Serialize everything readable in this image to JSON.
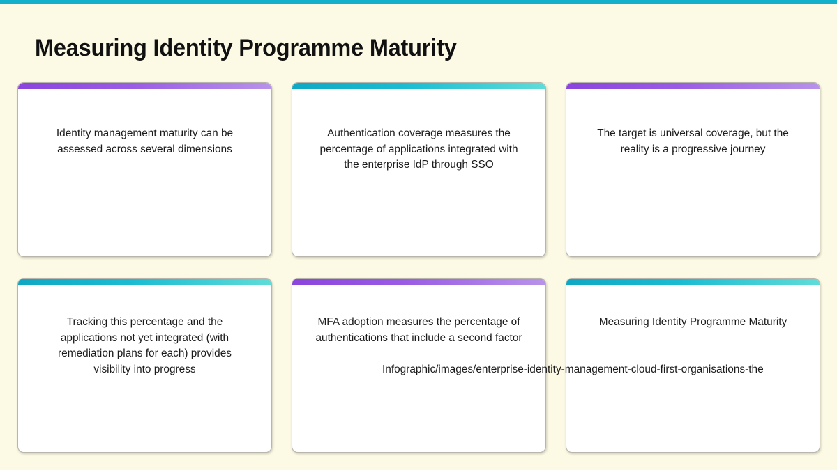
{
  "theme": {
    "background_color": "#fcfae4",
    "top_bar_color": "#13afcb",
    "card_background": "#ffffff",
    "accent_purple": "#8b44dd",
    "accent_purple_light": "#b892ea",
    "accent_teal": "#0fa8c4",
    "accent_teal_light": "#5fdcd8",
    "text_color": "#1b1b1b"
  },
  "header": {
    "title": "Measuring Identity Programme Maturity"
  },
  "cards": [
    {
      "id": "card-1",
      "accent": "purple",
      "text": "Identity management maturity can be assessed across several dimensions"
    },
    {
      "id": "card-2",
      "accent": "teal",
      "text": "Authentication coverage measures the percentage of applications integrated with the enterprise IdP through SSO"
    },
    {
      "id": "card-3",
      "accent": "purple",
      "text": "The target is universal coverage, but the reality is a progressive journey"
    },
    {
      "id": "card-4",
      "accent": "teal",
      "text": "Tracking this percentage and the applications not yet integrated (with remediation plans for each) provides visibility into progress"
    },
    {
      "id": "card-5",
      "accent": "purple",
      "text": "MFA adoption measures the percentage of authentications that include a second factor"
    },
    {
      "id": "card-6",
      "accent": "teal",
      "text": "Measuring Identity Programme Maturity"
    }
  ],
  "overlay": {
    "text": "Infographic/images/enterprise-identity-management-cloud-first-organisations-the"
  }
}
